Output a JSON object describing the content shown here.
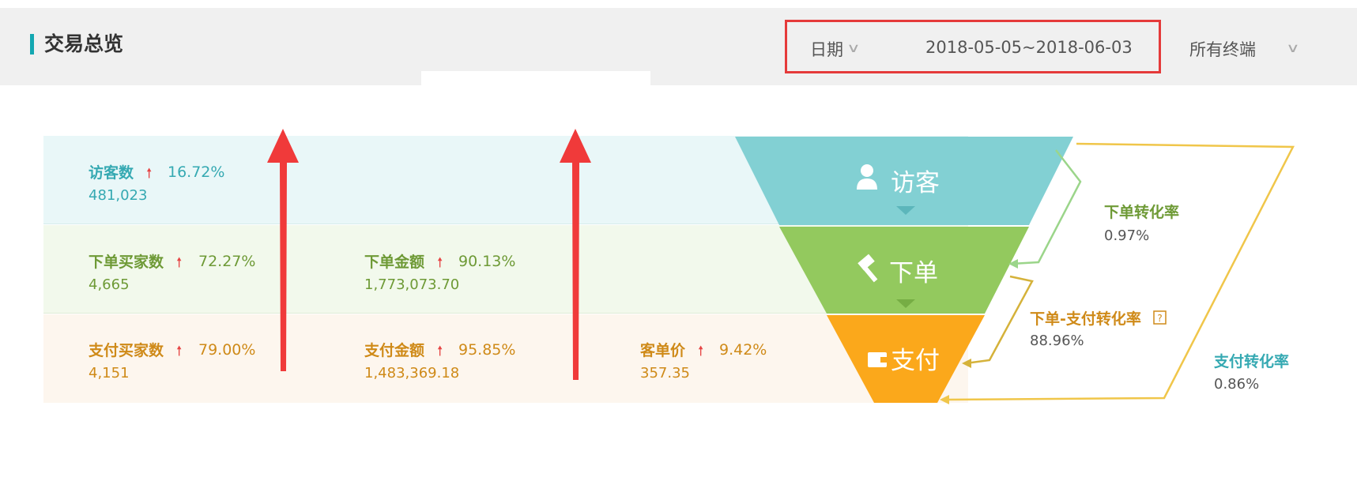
{
  "header": {
    "title": "交易总览",
    "date_label": "日期",
    "date_range": "2018-05-05~2018-06-03",
    "terminal": "所有终端",
    "dropdown_icon": "chevron-down-icon"
  },
  "metrics": {
    "visitors": {
      "label": "访客数",
      "change": "16.72%",
      "value": "481,023"
    },
    "order_buyers": {
      "label": "下单买家数",
      "change": "72.27%",
      "value": "4,665"
    },
    "order_amount": {
      "label": "下单金额",
      "change": "90.13%",
      "value": "1,773,073.70"
    },
    "pay_buyers": {
      "label": "支付买家数",
      "change": "79.00%",
      "value": "4,151"
    },
    "pay_amount": {
      "label": "支付金额",
      "change": "95.85%",
      "value": "1,483,369.18"
    },
    "unit_price": {
      "label": "客单价",
      "change": "9.42%",
      "value": "357.35"
    },
    "trend_icon": "arrow-up-icon"
  },
  "funnel": {
    "visit": {
      "label": "访客",
      "icon": "user-icon",
      "color": "#82d0d3"
    },
    "order": {
      "label": "下单",
      "icon": "hammer-icon",
      "color": "#93c95e"
    },
    "pay": {
      "label": "支付",
      "icon": "wallet-icon",
      "color": "#fba81b"
    }
  },
  "conversions": {
    "order_rate": {
      "label": "下单转化率",
      "value": "0.97%"
    },
    "order_pay_rate": {
      "label": "下单-支付转化率",
      "value": "88.96%",
      "help_icon": "question-icon"
    },
    "pay_rate": {
      "label": "支付转化率",
      "value": "0.86%"
    }
  },
  "colors": {
    "accent_teal": "#13a7b1",
    "highlight_red": "#e53a3a",
    "trend_up_red": "#e64545"
  }
}
